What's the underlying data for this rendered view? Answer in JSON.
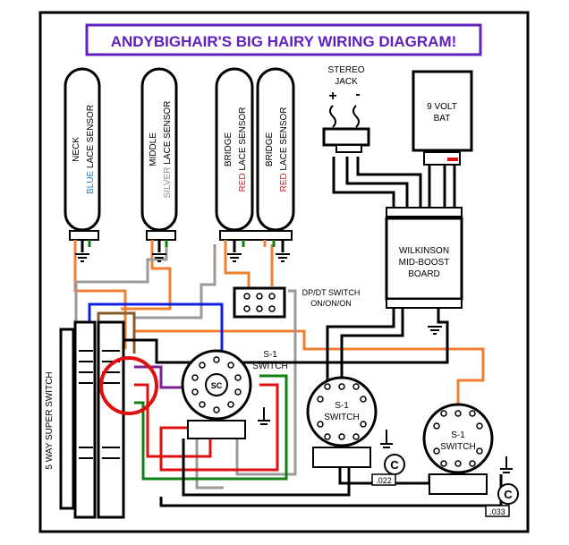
{
  "title": "ANDYBIGHAIR'S BIG HAIRY WIRING DIAGRAM!",
  "pickups": [
    {
      "top": "NECK",
      "color_word": "BLUE",
      "rest": " LACE SENSOR",
      "color": "#1a7fd0"
    },
    {
      "top": "MIDDLE",
      "color_word": "SILVER",
      "rest": " LACE SENSOR",
      "color": "#8a8a8a"
    },
    {
      "top": "BRIDGE",
      "color_word": "RED",
      "rest": " LACE SENSOR",
      "color": "#e02020"
    },
    {
      "top": "BRIDGE",
      "color_word": "RED",
      "rest": " LACE SENSOR",
      "color": "#e02020"
    }
  ],
  "jack": {
    "line1": "STEREO",
    "line2": "JACK",
    "plus": "+",
    "minus": "-"
  },
  "battery": {
    "line1": "9 VOLT",
    "line2": "BAT"
  },
  "board": {
    "line1": "WILKINSON",
    "line2": "MID-BOOST",
    "line3": "BOARD"
  },
  "dpdt": {
    "line1": "DP/DT SWITCH",
    "line2": "ON/ON/ON"
  },
  "five_way": "5 WAY SUPER SWITCH",
  "pot_left": {
    "line1": "S-1",
    "line2": "SWITCH",
    "center": "SC"
  },
  "pot_mid": {
    "line1": "S-1",
    "line2": "SWITCH"
  },
  "pot_right": {
    "line1": "S-1",
    "line2": "SWITCH"
  },
  "cap_symbol": "C",
  "cap_mid_value": ".022",
  "cap_right_value": ".033",
  "colors": {
    "border": "#000000",
    "title_border": "#6020c0",
    "title_text": "#6020c0",
    "blue": "#1020e0",
    "red": "#e01010",
    "green": "#108010",
    "orange": "#f08030",
    "brown": "#8b5a2b",
    "gray": "#9a9a9a",
    "purple": "#7a2090",
    "highlight": "#e01010"
  }
}
